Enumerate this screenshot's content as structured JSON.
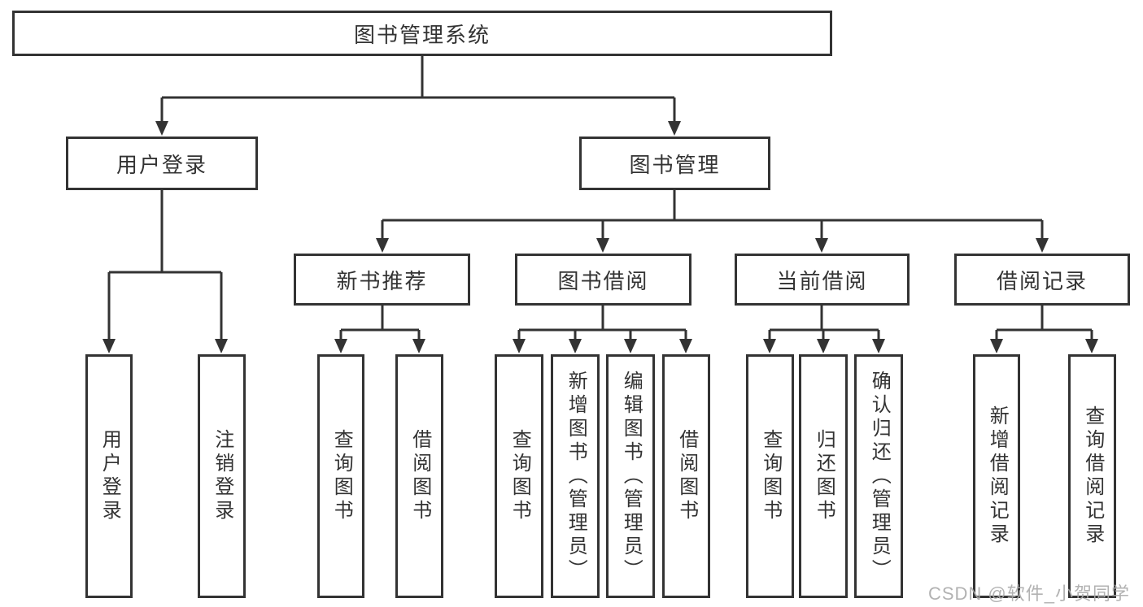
{
  "diagram": {
    "root": {
      "label": "图书管理系统"
    },
    "level2": [
      {
        "label": "用户登录"
      },
      {
        "label": "图书管理"
      }
    ],
    "level3": [
      {
        "label": "新书推荐"
      },
      {
        "label": "图书借阅"
      },
      {
        "label": "当前借阅"
      },
      {
        "label": "借阅记录"
      }
    ],
    "leaves": [
      {
        "label": "用户登录",
        "parent": "用户登录"
      },
      {
        "label": "注销登录",
        "parent": "用户登录"
      },
      {
        "label": "查询图书",
        "parent": "新书推荐"
      },
      {
        "label": "借阅图书",
        "parent": "新书推荐"
      },
      {
        "label": "查询图书",
        "parent": "图书借阅"
      },
      {
        "label": "新增图书（管理员）",
        "parent": "图书借阅"
      },
      {
        "label": "编辑图书（管理员）",
        "parent": "图书借阅"
      },
      {
        "label": "借阅图书",
        "parent": "图书借阅"
      },
      {
        "label": "查询图书",
        "parent": "当前借阅"
      },
      {
        "label": "归还图书",
        "parent": "当前借阅"
      },
      {
        "label": "确认归还（管理员）",
        "parent": "当前借阅"
      },
      {
        "label": "新增借阅记录",
        "parent": "借阅记录"
      },
      {
        "label": "查询借阅记录",
        "parent": "借阅记录"
      }
    ]
  },
  "watermark": {
    "text": "CSDN @软件_小贺同学"
  },
  "colors": {
    "line": "#333333",
    "text": "#333333",
    "background": "#ffffff",
    "watermark": "#aaaaaa"
  }
}
